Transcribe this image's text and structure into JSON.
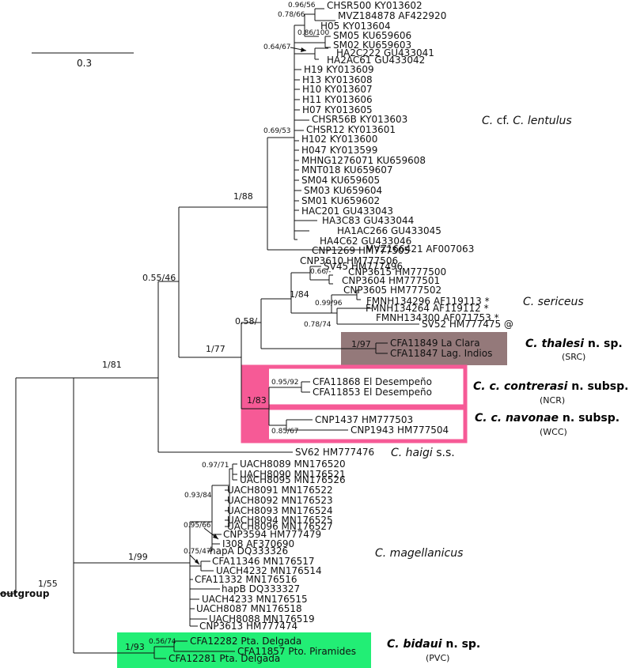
{
  "scale_bar": {
    "label": "0.3"
  },
  "outgroup_label": "outgroup",
  "supports": {
    "root": "1/55",
    "main": "1/81",
    "lent_sec": "0.55/46",
    "lentulus": "1/88",
    "lent_inner": "0.69/53",
    "chsr_mvz": "0.96/56",
    "h05_group": "0.78/66",
    "sm": "0.86/100",
    "ha2": "0.64/67",
    "sec_group": "1/77",
    "sec_thal": "0.58/",
    "sericeus": "1/84",
    "sv45": "0.66/-",
    "fmnh2": "0.99/96",
    "fmnh3": "0.78/74",
    "thalesi": "1/97",
    "contr_nav": "1/83",
    "contrerasi": "0.95/92",
    "navonae": "0.85/67",
    "magellanicus": "1/99",
    "mag_a": "0.93/84",
    "uach_ab": "0.97/71",
    "cnp_i308": "0.95/66",
    "cfa_uach": "0.75/47",
    "bidaui": "1/93",
    "bid_inner": "0.56/74"
  },
  "tips": {
    "t1": "CHSR500 KY013602",
    "t2": "MVZ184878 AF422920",
    "t3": "H05 KY013604",
    "t4": "SM05 KU659606",
    "t5": "SM02 KU659603",
    "t6": "HA2C222 GU433041",
    "t7": "HA2AC61 GU433042",
    "t8": "H19 KY013609",
    "t9": "H13 KY013608",
    "t10": "H10 KY013607",
    "t11": "H11 KY013606",
    "t12": "H07 KY013605",
    "t13": "CHSR56B KY013603",
    "t14": "CHSR12 KY013601",
    "t15": "H102 KY013600",
    "t16": "H047 KY013599",
    "t17": "MHNG1276071 KU659608",
    "t18": "MNT018 KU659607",
    "t19": "SM04 KU659605",
    "t20": "SM03 KU659604",
    "t21": "SM01 KU659602",
    "t22": "HAC201 GU433043",
    "t23": "HA3C83 GU433044",
    "t24": "HA1AC266 GU433045",
    "t25": "HA4C62 GU433046",
    "t26": "CNP1269 HM777505",
    "t27": "CNP3610 HM777506",
    "t28": "MVZ166421 AF007063",
    "t29": "SV45 HM777496",
    "t30": "CNP3615 HM777500",
    "t31": "CNP3604 HM777501",
    "t32": "CNP3605 HM777502",
    "t33": "FMNH134296 AF119113 *",
    "t34": "FMNH134264 AF119112 *",
    "t35": "FMNH134300 AF071753 *",
    "t36": "SV52 HM777475 @",
    "t37": "CFA11849 La Clara",
    "t38": "CFA11847 Lag. Indios",
    "t39": "CFA11868 El Desempeño",
    "t40": "CFA11853 El Desempeño",
    "t41": "CNP1437 HM777503",
    "t42": "CNP1943 HM777504",
    "t43": "SV62 HM777476",
    "t44": "UACH8089 MN176520",
    "t45": "UACH8090 MN176521",
    "t46": "UACH8095 MN176526",
    "t47": "UACH8091 MN176522",
    "t48": "UACH8092 MN176523",
    "t49": "UACH8093 MN176524",
    "t50": "UACH8094 MN176525",
    "t51": "UACH8096 MN176527",
    "t52": "CNP3594 HM777479",
    "t53": "I308 AF370690",
    "t54": "hapA DQ333326",
    "t55": "CFA11346 MN176517",
    "t56": "UACH4232 MN176514",
    "t57": "CFA11332 MN176516",
    "t58": "hapB DQ333327",
    "t59": "UACH4233 MN176515",
    "t60": "UACH8087 MN176518",
    "t61": "UACH8088 MN176519",
    "t62": "CNP3613 HM777474",
    "t63": "CFA12282 Pta. Delgada",
    "t64": "CFA11857 Pto. Piramides",
    "t65": "CFA12281 Pta. Delgada"
  },
  "clades": {
    "lentulus": {
      "prefix": "C.",
      "middle": " cf. ",
      "epithet": "C. lentulus"
    },
    "sericeus": {
      "name": "C. sericeus"
    },
    "thalesi": {
      "name": "C. thalesi",
      "suffix": " n. sp.",
      "region": "(SRC)"
    },
    "contrerasi": {
      "name": "C. c. contrerasi",
      "suffix": " n. subsp.",
      "region": "(NCR)"
    },
    "navonae": {
      "name": "C. c. navonae",
      "suffix": " n. subsp.",
      "region": "(WCC)"
    },
    "haigi": {
      "name": "C. haigi",
      "suffix": " s.s."
    },
    "magellanicus": {
      "name": "C. magellanicus"
    },
    "bidaui": {
      "name": "C. bidaui",
      "suffix": " n. sp.",
      "region": "(PVC)"
    }
  },
  "colors": {
    "thalesi_box": "#94797a",
    "pink": "#f65a96",
    "green": "#22ee75",
    "line": "#111111"
  }
}
